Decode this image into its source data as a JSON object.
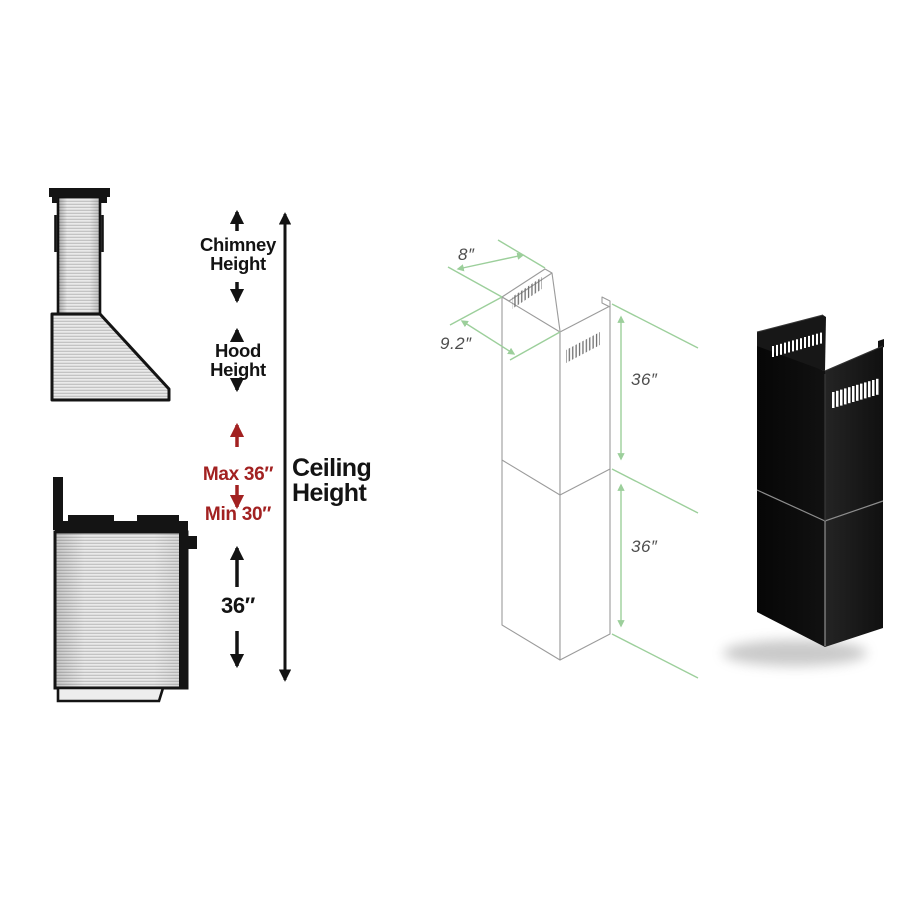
{
  "colors": {
    "annotation_red": "#a22121",
    "dimension_green": "#9ccf9b",
    "drawing_line_gray": "#9b9b9b"
  },
  "left_diagram": {
    "chimney_height_label": "Chimney\nHeight",
    "hood_height_label": "Hood\nHeight",
    "max_label": "Max 36″",
    "min_label": "Min 30″",
    "ceiling_height_label": "Ceiling\nHeight",
    "range_to_hood_distance": "36″"
  },
  "middle_diagram": {
    "top_width": "8″",
    "depth": "9.2″",
    "upper_section_height": "36″",
    "lower_section_height": "36″"
  }
}
